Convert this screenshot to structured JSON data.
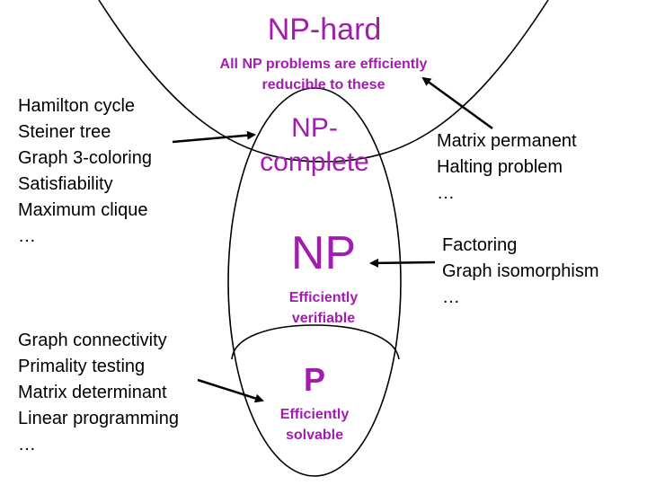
{
  "labels": {
    "np_hard": "NP-hard",
    "np_hard_desc_line1": "All NP problems are efficiently",
    "np_hard_desc_line2": "reducible to these",
    "np_complete_line1": "NP-",
    "np_complete_line2": "complete",
    "np": "NP",
    "np_desc_line1": "Efficiently",
    "np_desc_line2": "verifiable",
    "p": "P",
    "p_desc_line1": "Efficiently",
    "p_desc_line2": "solvable"
  },
  "lists": {
    "np_complete_examples": [
      "Hamilton cycle",
      "Steiner tree",
      "Graph 3-coloring",
      "Satisfiability",
      "Maximum clique",
      "…"
    ],
    "p_examples": [
      "Graph connectivity",
      "Primality testing",
      "Matrix determinant",
      "Linear programming",
      "…"
    ],
    "np_hard_examples": [
      "Matrix permanent",
      "Halting problem",
      "…"
    ],
    "np_examples": [
      "Factoring",
      "Graph isomorphism",
      "…"
    ]
  },
  "colors": {
    "label": "#a21caf",
    "text": "#000000",
    "lines": "#000000"
  }
}
